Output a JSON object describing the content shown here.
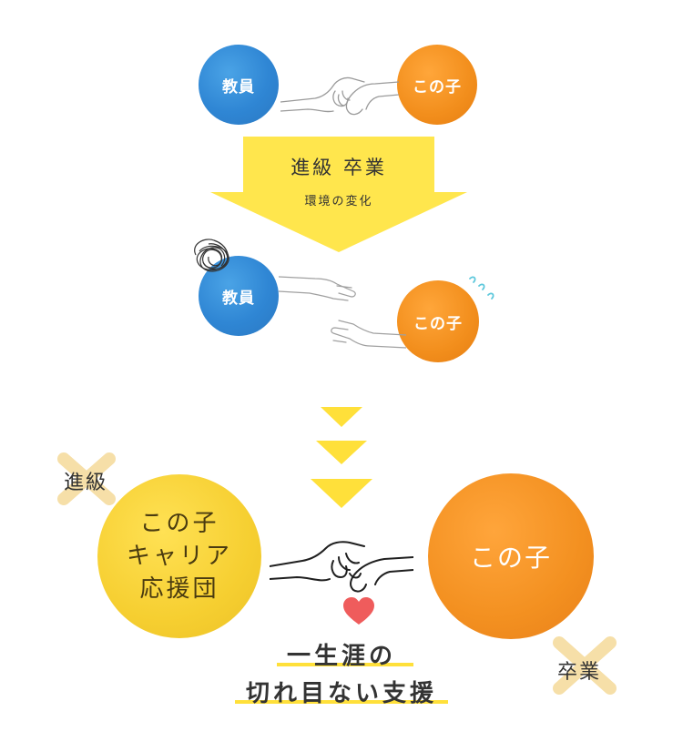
{
  "top": {
    "teacher_label": "教員",
    "child_label": "この子"
  },
  "transition": {
    "main": "進級 卒業",
    "sub": "環境の変化"
  },
  "middle": {
    "teacher_label": "教員",
    "child_label": "この子"
  },
  "bottom": {
    "support_line1": "この子",
    "support_line2": "キャリア",
    "support_line3": "応援団",
    "child_label": "この子",
    "tag_left": "進級",
    "tag_right": "卒業",
    "slogan_line1": "一生涯の",
    "slogan_line2": "切れ目ない支援"
  },
  "colors": {
    "blue": "#2f86d4",
    "orange": "#f28e1c",
    "yellow": "#f6cf31",
    "arrow_yellow": "#ffe64d",
    "heart": "#ef5c5c",
    "cyan_sweat": "#5ec8dc"
  }
}
